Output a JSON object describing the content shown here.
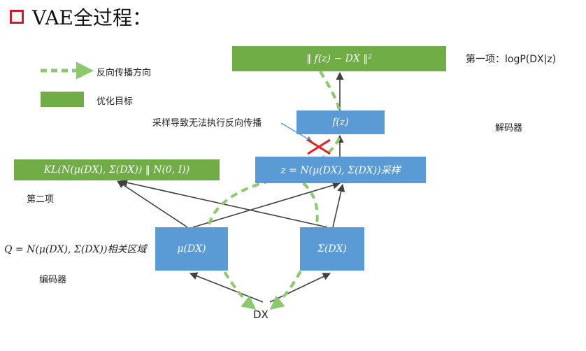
{
  "title": "VAE全过程：",
  "legend": {
    "backprop": "反向传播方向",
    "objective": "优化目标"
  },
  "nodes": {
    "loss": "‖ f(z) − DX ‖²",
    "fz": "f(z)",
    "z": "z = N(μ(DX), Σ(DX))采样",
    "kl": "KL(N(μ(DX), Σ(DX)) ‖ N(0, I))",
    "mu": "μ(DX)",
    "sigma": "Σ(DX)",
    "dx": "DX"
  },
  "labels": {
    "term1": "第一项：logP(DX|z)",
    "term2": "第二项",
    "sampling_note": "采样导致无法执行反向传播",
    "decoder": "解码器",
    "encoder": "编码器",
    "q_region": "Q = N(μ(DX), Σ(DX))相关区域"
  },
  "colors": {
    "green": "#70ad47",
    "blue": "#5b9bd5",
    "dashed_arrow": "#8cc86e",
    "cross": "#e02020",
    "bullet": "#c8202a"
  }
}
